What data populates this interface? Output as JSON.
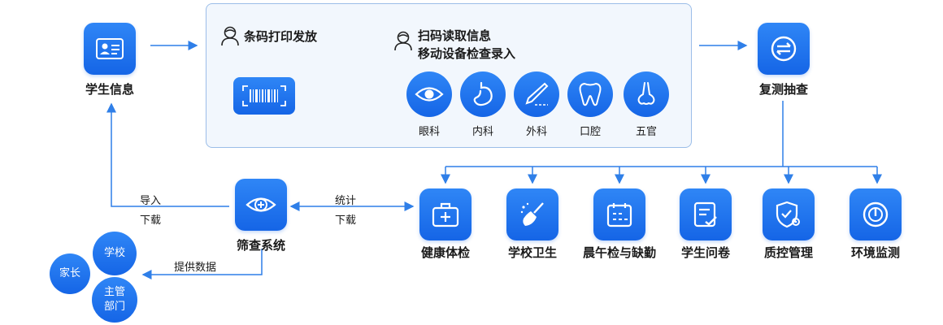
{
  "nodes": {
    "student_info": "学生信息",
    "recheck": "复测抽查",
    "screening": "筛查系统"
  },
  "panel": {
    "barcode_title": "条码打印发放",
    "scan_line1": "扫码读取信息",
    "scan_line2": "移动设备检查录入",
    "exams": [
      "眼科",
      "内科",
      "外科",
      "口腔",
      "五官"
    ]
  },
  "modules": [
    "健康体检",
    "学校卫生",
    "晨午检与缺勤",
    "学生问卷",
    "质控管理",
    "环境监测"
  ],
  "edges": {
    "import": "导入",
    "download_left": "下载",
    "stats": "统计",
    "download_right": "下载",
    "provide_data": "提供数据"
  },
  "stakeholders": {
    "school": "学校",
    "parent": "家长",
    "authority_line1": "主管",
    "authority_line2": "部门"
  },
  "colors": {
    "accent": "#1565e6",
    "line": "#2f7fe8",
    "panel_bg": "#f2f7fd",
    "panel_border": "#9bbde8"
  }
}
